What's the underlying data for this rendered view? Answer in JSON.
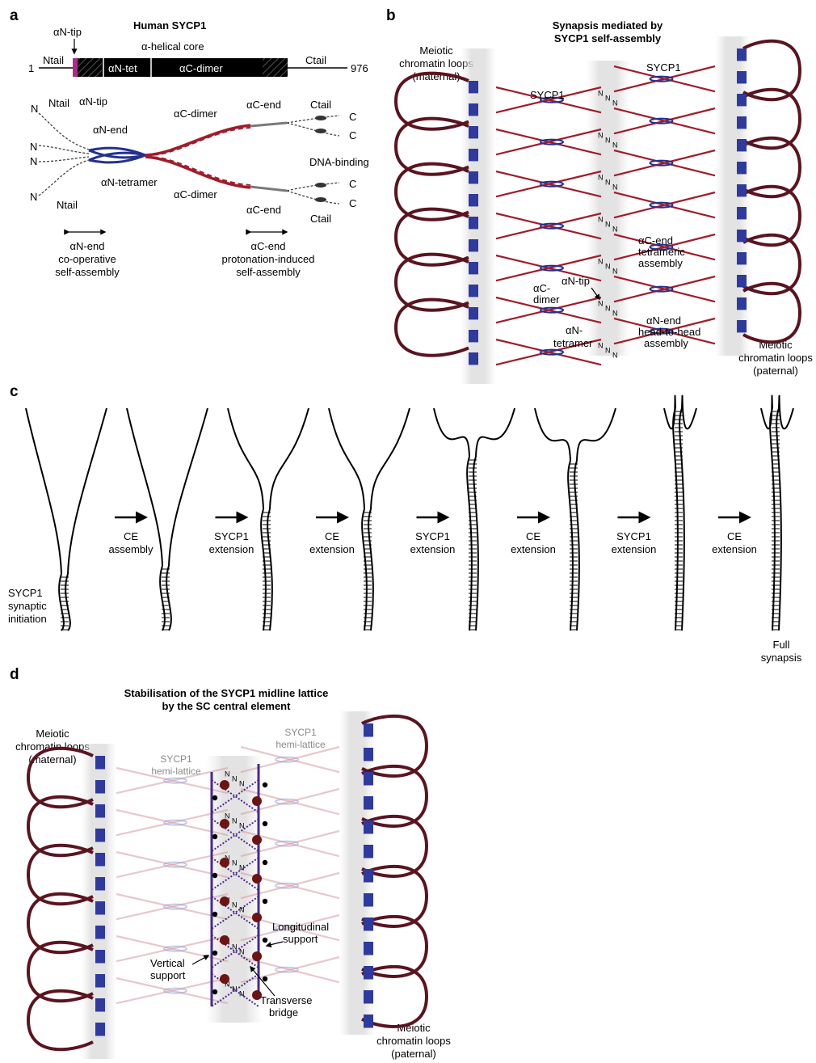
{
  "panels": {
    "a": "a",
    "b": "b",
    "c": "c",
    "d": "d"
  },
  "a": {
    "title": "Human SYCP1",
    "an_tip_top": "αN-tip",
    "helical_core": "α-helical core",
    "ntail": "Ntail",
    "ctail": "Ctail",
    "start": "1",
    "end": "976",
    "an_tet": "αN-tet",
    "ac_dimer": "αC-dimer",
    "d_ntail_top": "Ntail",
    "d_an_tip": "αN-tip",
    "d_an_end": "αN-end",
    "d_an_tetramer": "αN-tetramer",
    "d_ac_dimer_top": "αC-dimer",
    "d_ac_dimer_bot": "αC-dimer",
    "d_ac_end_top": "αC-end",
    "d_ac_end_bot": "αC-end",
    "d_ctail_top": "Ctail",
    "d_ctail_bot": "Ctail",
    "d_dna_binding": "DNA-binding",
    "d_ntail_bot": "Ntail",
    "n": "N",
    "c": "C",
    "bottom_left_1": "αN-end",
    "bottom_left_2": "co-operative",
    "bottom_left_3": "self-assembly",
    "bottom_right_1": "αC-end",
    "bottom_right_2": "protonation-induced",
    "bottom_right_3": "self-assembly"
  },
  "b": {
    "title_1": "Synapsis mediated by",
    "title_2": "SYCP1 self-assembly",
    "maternal_1": "Meiotic",
    "maternal_2": "chromatin loops",
    "maternal_3": "(maternal)",
    "paternal_1": "Meiotic",
    "paternal_2": "chromatin loops",
    "paternal_3": "(paternal)",
    "sycp1_left": "SYCP1",
    "sycp1_right": "SYCP1",
    "ac_end_1": "αC-end",
    "ac_end_2": "tetrameric",
    "ac_end_3": "assembly",
    "an_tip": "αN-tip",
    "ac_dimer_1": "αC-",
    "ac_dimer_2": "dimer",
    "an_end_1": "αN-end",
    "an_end_2": "head-to-head",
    "an_end_3": "assembly",
    "an_tetramer_1": "αN-",
    "an_tetramer_2": "tetramer"
  },
  "c": {
    "initiation_1": "SYCP1",
    "initiation_2": "synaptic",
    "initiation_3": "initiation",
    "steps": [
      {
        "l1": "CE",
        "l2": "assembly"
      },
      {
        "l1": "SYCP1",
        "l2": "extension"
      },
      {
        "l1": "CE",
        "l2": "extension"
      },
      {
        "l1": "SYCP1",
        "l2": "extension"
      },
      {
        "l1": "CE",
        "l2": "extension"
      },
      {
        "l1": "SYCP1",
        "l2": "extension"
      },
      {
        "l1": "CE",
        "l2": "extension"
      }
    ],
    "full_1": "Full",
    "full_2": "synapsis"
  },
  "d": {
    "title_1": "Stabilisation of the SYCP1 midline lattice",
    "title_2": "by the SC central element",
    "maternal_1": "Meiotic",
    "maternal_2": "chromatin loops",
    "maternal_3": "(maternal)",
    "paternal_1": "Meiotic",
    "paternal_2": "chromatin loops",
    "paternal_3": "(paternal)",
    "hemi_left_1": "SYCP1",
    "hemi_left_2": "hemi-lattice",
    "hemi_right_1": "SYCP1",
    "hemi_right_2": "hemi-lattice",
    "longitudinal_1": "Longitudinal",
    "longitudinal_2": "support",
    "vertical_1": "Vertical",
    "vertical_2": "support",
    "transverse_1": "Transverse",
    "transverse_2": "bridge"
  },
  "colors": {
    "magenta": "#b0288f",
    "blue_block": "#2e3a9e",
    "dark_red": "#a01c2c",
    "loop_red": "#5a1420",
    "navy": "#22318f",
    "purple": "#4a2a8f"
  }
}
